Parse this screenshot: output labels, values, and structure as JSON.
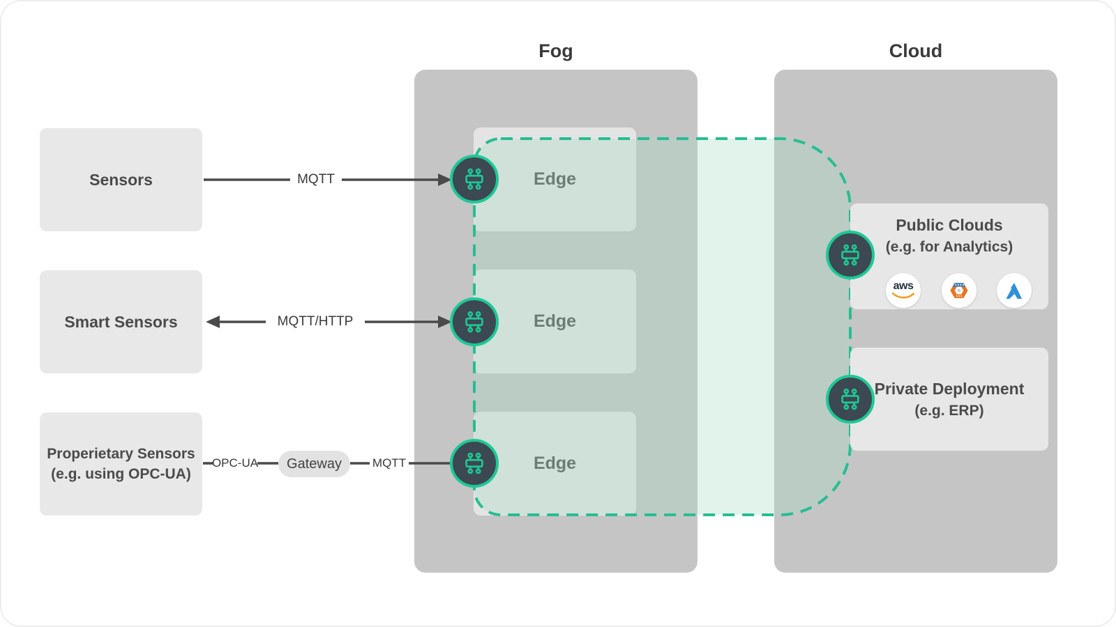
{
  "titles": {
    "fog": "Fog",
    "cloud": "Cloud"
  },
  "left_sources": [
    {
      "label": "Sensors"
    },
    {
      "label": "Smart Sensors"
    },
    {
      "label": "Properietary Sensors",
      "sublabel": "(e.g. using OPC-UA)"
    }
  ],
  "links": {
    "row1_protocol": "MQTT",
    "row2_protocol": "MQTT/HTTP",
    "row3_protocol_a": "OPC-UA",
    "row3_gateway": "Gateway",
    "row3_protocol_b": "MQTT"
  },
  "fog": {
    "edge_label": "Edge"
  },
  "cloud": {
    "public": {
      "title": "Public Clouds",
      "subtitle": "(e.g. for Analytics)"
    },
    "private": {
      "title": "Private Deployment",
      "subtitle": "(e.g. ERP)"
    },
    "providers": {
      "aws_text": "aws",
      "icons": [
        "aws-icon",
        "gcp-hexagon-icon",
        "azure-icon"
      ]
    }
  },
  "colors": {
    "accent_teal": "#1ec894",
    "dash_teal": "#27bd92",
    "dashed_region_fill": "rgba(168,218,198,0.33)",
    "node_fill": "#3c4852",
    "column_gray": "#c5c5c5",
    "box_gray": "#e8e8e8",
    "arrow_gray": "#4a4a4a",
    "aws_orange": "#f7981d",
    "azure_blue": "#2e8fd8",
    "hex_blue": "#4479ad",
    "hex_orange": "#e8741e"
  }
}
